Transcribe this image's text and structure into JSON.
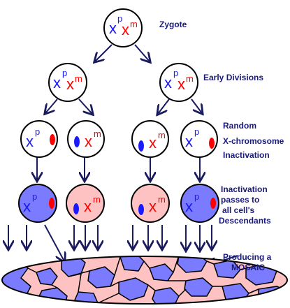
{
  "labels": {
    "zygote": "Zygote",
    "early_divisions": "Early Divisions",
    "random_line1": "Random",
    "random_line2": "X-chromosome",
    "random_line3": "Inactivation",
    "inact_line1": "Inactivation",
    "inact_line2": "passes to",
    "inact_line3": "all cell's",
    "inact_line4": "Descendants",
    "mosaic_line1": "Producing a",
    "mosaic_line2": "MOSAIC"
  },
  "chromosomes": {
    "paternal_letter": "x",
    "paternal_sup": "p",
    "maternal_letter": "x",
    "maternal_sup": "m"
  },
  "colors": {
    "paternal": "#1a1aff",
    "maternal": "#ff0000",
    "arrow": "#1a1a5e",
    "paternal_active_cell": "#7b7bff",
    "maternal_active_cell": "#ffc2c2",
    "label_text": "#1a1a7a"
  }
}
